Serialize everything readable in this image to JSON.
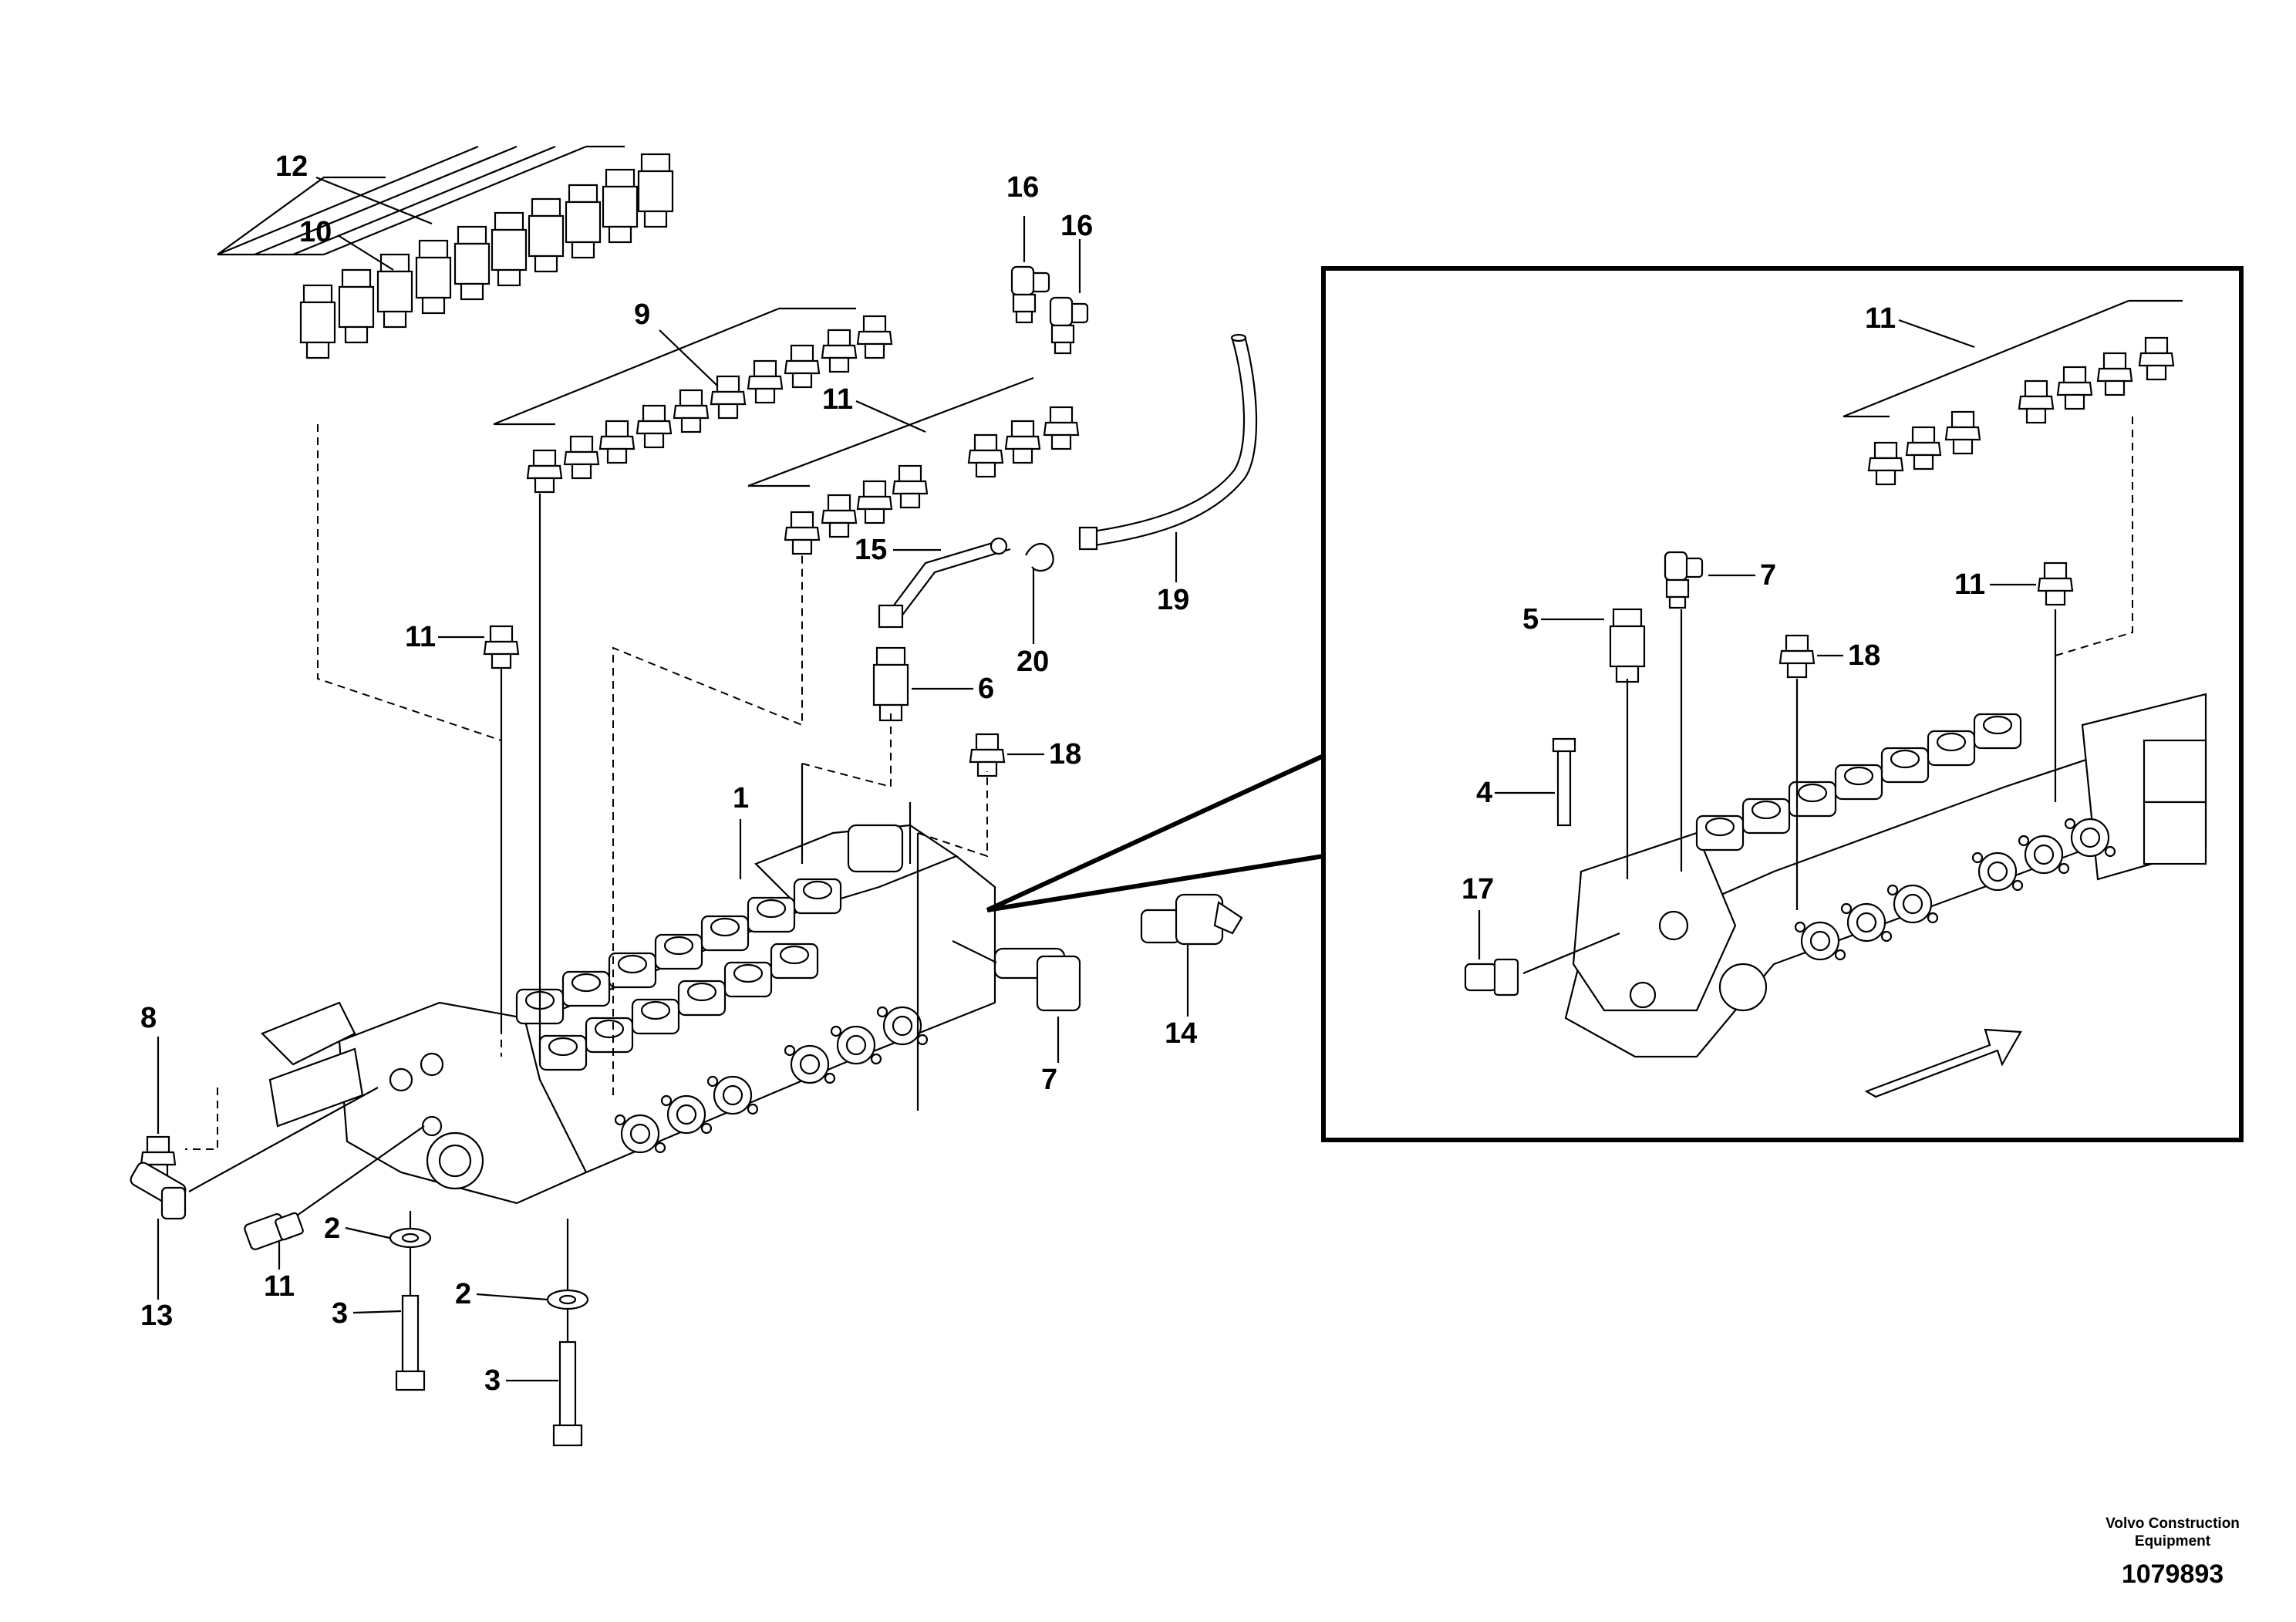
{
  "callouts": {
    "c1": "1",
    "c2a": "2",
    "c2b": "2",
    "c3a": "3",
    "c3b": "3",
    "c6": "6",
    "c7a": "7",
    "c8": "8",
    "c9": "9",
    "c10": "10",
    "c11a": "11",
    "c11b": "11",
    "c11c": "11",
    "c12": "12",
    "c13": "13",
    "c14": "14",
    "c15": "15",
    "c16a": "16",
    "c16b": "16",
    "c18a": "18",
    "c19": "19",
    "c20": "20"
  },
  "inset_callouts": {
    "c4": "4",
    "c5": "5",
    "c7": "7",
    "c11top": "11",
    "c11mid": "11",
    "c17": "17",
    "c18": "18"
  },
  "footer": {
    "brand_line1": "Volvo Construction",
    "brand_line2": "Equipment",
    "drawing_id": "1079893"
  }
}
